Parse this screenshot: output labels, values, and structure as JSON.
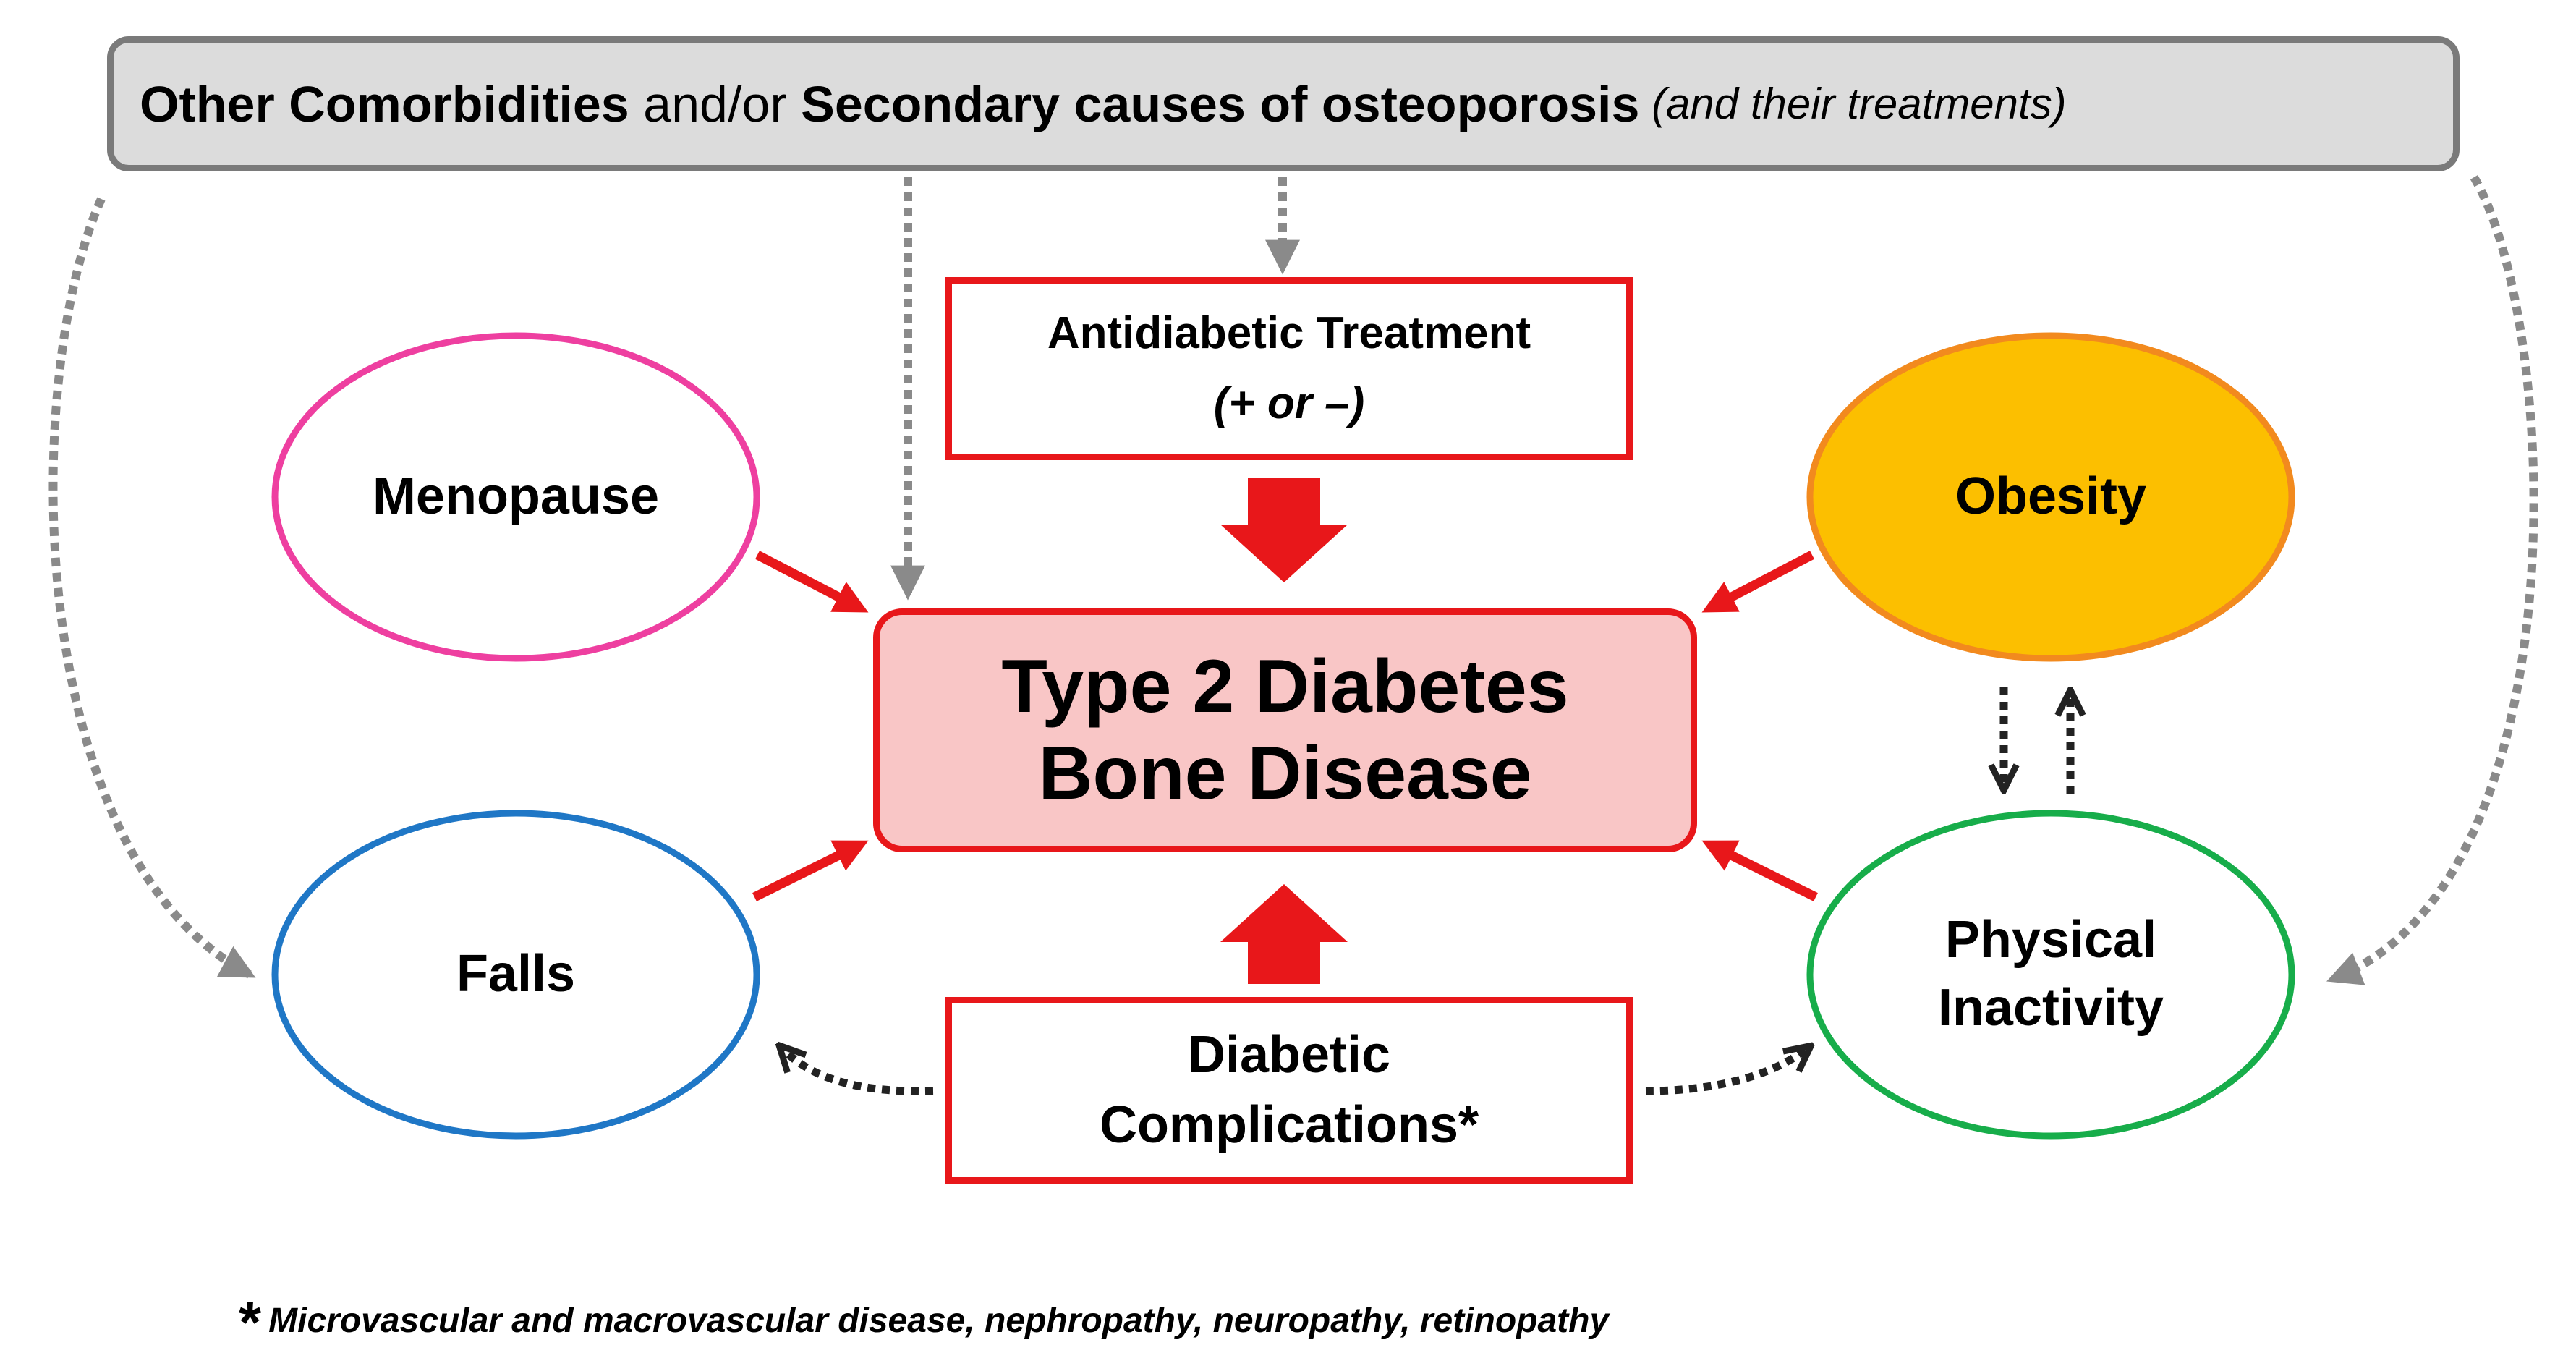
{
  "banner": {
    "part1": "Other Comorbidities",
    "part2": " and/or ",
    "part3": "Secondary causes of osteoporosis",
    "part4": " (and their treatments)"
  },
  "antidiabetic": {
    "line1": "Antidiabetic Treatment",
    "line2": "(+ or –)"
  },
  "center": {
    "line1": "Type 2 Diabetes",
    "line2": "Bone Disease"
  },
  "complications": {
    "line1": "Diabetic",
    "line2": "Complications*"
  },
  "ovals": {
    "menopause": {
      "label": "Menopause",
      "color": "#ee3fa0"
    },
    "falls": {
      "label": "Falls",
      "color": "#1f77c6"
    },
    "obesity": {
      "label": "Obesity",
      "color": "#f28a1e",
      "fill": "#fcbf00"
    },
    "inactivity": {
      "line1": "Physical",
      "line2": "Inactivity",
      "color": "#17ad4a"
    }
  },
  "colors": {
    "red": "#e8171a",
    "gray_arrow": "#8a8a8a",
    "black_arrow": "#222222"
  },
  "footnote": {
    "marker": "*",
    "text": "Microvascular and macrovascular disease, nephropathy, neuropathy, retinopathy"
  }
}
